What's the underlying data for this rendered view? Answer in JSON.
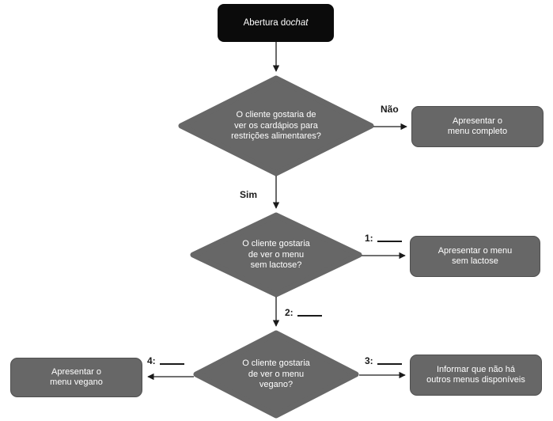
{
  "flowchart": {
    "start": {
      "label_prefix": "Abertura do ",
      "label_italic": "chat"
    },
    "decisions": [
      {
        "id": "restricoes",
        "lines": [
          "O cliente gostaria de",
          "ver os cardápios para",
          "restrições alimentares?"
        ]
      },
      {
        "id": "sem-lactose",
        "lines": [
          "O cliente gostaria",
          "de ver o menu",
          "sem lactose?"
        ]
      },
      {
        "id": "vegano",
        "lines": [
          "O cliente gostaria",
          "de ver o menu",
          "vegano?"
        ]
      }
    ],
    "actions": [
      {
        "id": "menu-completo",
        "lines": [
          "Apresentar o",
          "menu completo"
        ]
      },
      {
        "id": "menu-sem-lactose",
        "lines": [
          "Apresentar o menu",
          "sem lactose"
        ]
      },
      {
        "id": "outros-menus",
        "lines": [
          "Informar que não há",
          "outros menus disponíveis"
        ]
      },
      {
        "id": "menu-vegano",
        "lines": [
          "Apresentar o",
          "menu vegano"
        ]
      }
    ],
    "edge_labels": {
      "nao": "Não",
      "sim": "Sim",
      "blank1": "1:",
      "blank2": "2:",
      "blank3": "3:",
      "blank4": "4:"
    },
    "colors": {
      "bg": "#ffffff",
      "shape_fill": "#676767",
      "shape_border": "#4f4f4f",
      "start_fill": "#0b0b0b",
      "shape_text": "#ffffff",
      "label_color": "#1a1a1a",
      "arrow_color": "#1a1a1a"
    }
  }
}
